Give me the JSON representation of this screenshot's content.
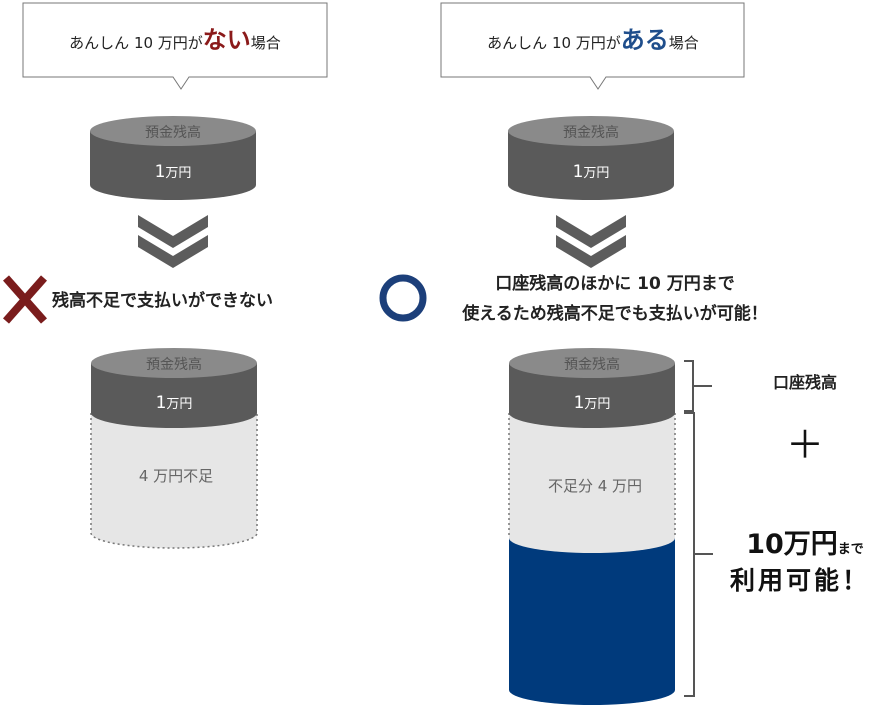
{
  "left": {
    "bubble": {
      "prefix": "あんしん 10 万円が",
      "emphasis": "ない",
      "suffix": "場合"
    },
    "top_cylinder": {
      "label": "預金残高",
      "value": "1",
      "unit": "万円"
    },
    "result": "残高不足で支払いができない",
    "bottom_cylinder": {
      "label": "預金残高",
      "value": "1",
      "unit": "万円",
      "shortfall": "4 万円不足"
    }
  },
  "right": {
    "bubble": {
      "prefix": "あんしん 10 万円が",
      "emphasis": "ある",
      "suffix": "場合"
    },
    "top_cylinder": {
      "label": "預金残高",
      "value": "1",
      "unit": "万円"
    },
    "result_line1": "口座残高のほかに 10 万円まで",
    "result_line2": "使えるため残高不足でも支払いが可能！",
    "bottom_cylinder": {
      "label": "預金残高",
      "value": "1",
      "unit": "万円",
      "shortfall": "不足分 4 万円"
    },
    "annotation_balance": "口座残高",
    "plus": "＋",
    "annotation_limit_big": "10万円",
    "annotation_limit_small": "まで",
    "annotation_limit_line2": "利用可能！"
  },
  "colors": {
    "emphasis_red": "#8b1a1a",
    "emphasis_blue": "#1f4e8c",
    "cylinder_dark": "#5a5a5a",
    "cylinder_top": "#8a8a8a",
    "navy": "#003a7c",
    "empty_fill": "#e6e6e6",
    "cross": "#7a1c1c",
    "circle": "#1c3f7a",
    "arrow": "#5c5c5c"
  }
}
